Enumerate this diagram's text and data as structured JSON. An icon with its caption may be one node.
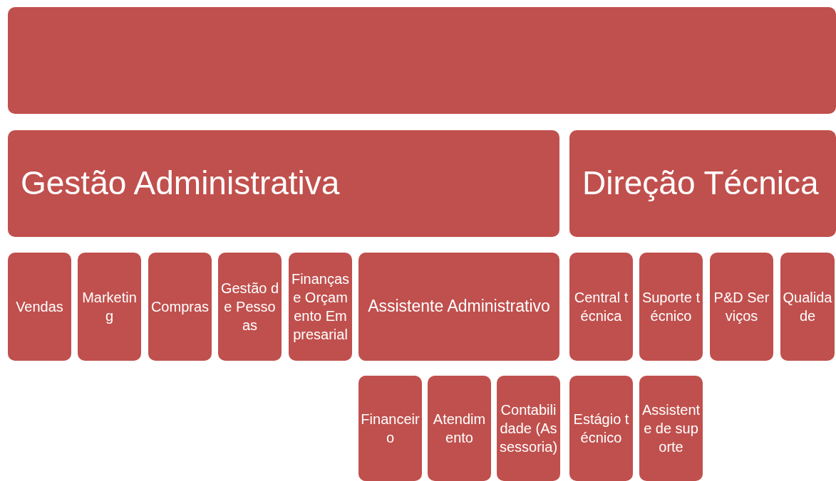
{
  "diagram": {
    "nodes": [
      {
        "text": [],
        "shape": "box"
      },
      {
        "text": [
          "Gestão Administrativa"
        ]
      },
      {
        "text": [
          "Direção Técnica"
        ]
      },
      {
        "text": [
          "Vendas"
        ]
      },
      {
        "text": [
          "Marketing"
        ]
      },
      {
        "text": [
          "Compras"
        ]
      },
      {
        "text": [
          "Gestão de Pessoas"
        ]
      },
      {
        "text": [
          "Finanças e Orçamento Empresarial"
        ]
      },
      {
        "text": [
          "Assistente Administrativo"
        ]
      },
      {
        "text": [
          "Central técnica"
        ]
      },
      {
        "text": [
          "Suporte técnico"
        ]
      },
      {
        "text": [
          "P&D Serviços"
        ]
      },
      {
        "text": [
          "Qualidade"
        ]
      },
      {
        "text": [
          "Financeiro"
        ]
      },
      {
        "text": [
          "Atendimento"
        ]
      },
      {
        "text": [
          "Contabilidade (Assessoria)"
        ]
      },
      {
        "text": [
          "Estágio técnico"
        ]
      },
      {
        "text": [
          "Assistente de suporte"
        ]
      }
    ],
    "edges": []
  }
}
